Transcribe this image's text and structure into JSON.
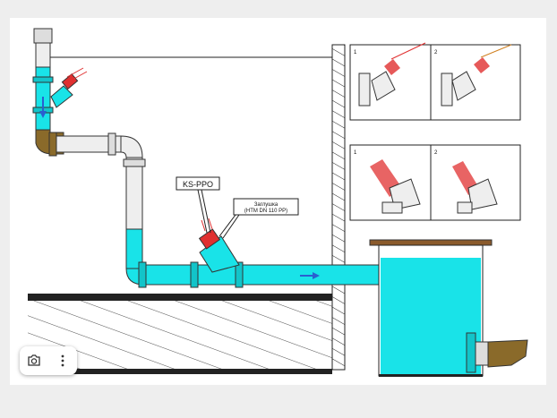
{
  "diagram": {
    "ksppo_label": "KS-PPO",
    "plug_label_line1": "Заглушка",
    "plug_label_line2": "(НТМ DN 110 PP)",
    "panel_top_1": "1",
    "panel_top_2": "2",
    "panel_bottom_1": "1",
    "panel_bottom_2": "2"
  },
  "colors": {
    "water": "#19e3e8",
    "water_dark": "#12c4c9",
    "pipe": "#dddddd",
    "sludge": "#8a6a2a",
    "lid": "#8a5a2b",
    "arrow": "#2a5fd0",
    "valve": "#e03030"
  },
  "toolbar": {
    "camera_icon": "camera-icon",
    "more_icon": "more-vertical-icon"
  }
}
